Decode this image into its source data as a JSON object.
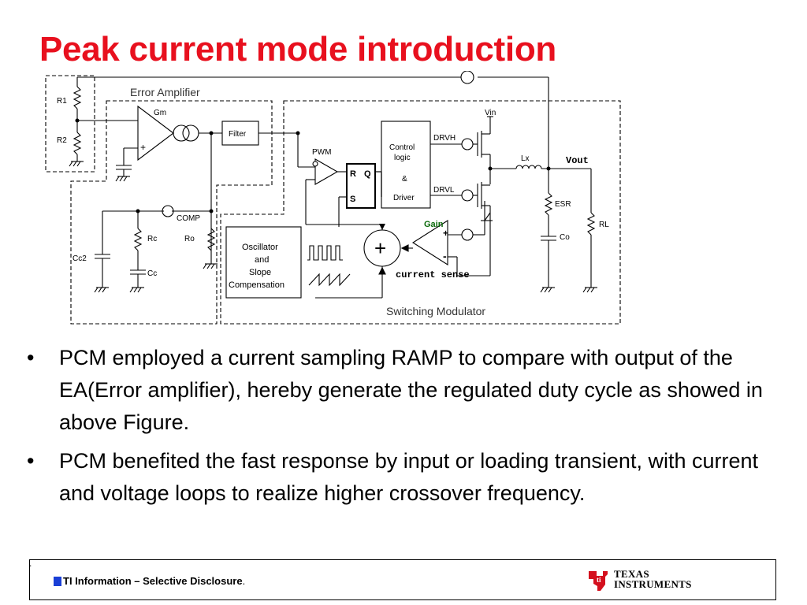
{
  "slide": {
    "title": "Peak current mode introduction"
  },
  "diagram": {
    "labels": {
      "error_amplifier": "Error Amplifier",
      "switching_modulator": "Switching Modulator",
      "r1": "R1",
      "r2": "R2",
      "gm": "Gm",
      "plus": "+",
      "filter": "Filter",
      "pwm": "PWM",
      "r": "R",
      "q": "Q",
      "s": "S",
      "control_logic": [
        "Control",
        "logic",
        "&",
        "Driver"
      ],
      "drvh": "DRVH",
      "drvl": "DRVL",
      "vin": "Vin",
      "lx": "Lx",
      "vout": "Vout",
      "esr": "ESR",
      "co": "Co",
      "rl": "RL",
      "gain": "Gain",
      "minus": "-",
      "current_sense": "current sense",
      "comp": "COMP",
      "rc": "Rc",
      "cc": "Cc",
      "cc2": "Cc2",
      "ro": "Ro",
      "oscillator": [
        "Oscillator",
        "and",
        "Slope",
        "Compensation"
      ],
      "summer": "+"
    }
  },
  "bullets": [
    " PCM employed a current sampling RAMP to compare with output of the EA(Error amplifier), hereby generate the regulated duty cycle as showed in above Figure.",
    "PCM benefited the fast response by input or loading transient, with current and voltage loops to realize higher crossover frequency."
  ],
  "bullet_symbol": "•",
  "footer": {
    "stray_dot": ".",
    "disclosure_bold": "TI Information – Selective Disclosure",
    "disclosure_tail": ".",
    "logo_line1": "TEXAS",
    "logo_line2": "INSTRUMENTS",
    "logo_color": "#d4101e",
    "marker_color": "#1a3fd6"
  },
  "colors": {
    "title": "#e8101e"
  }
}
